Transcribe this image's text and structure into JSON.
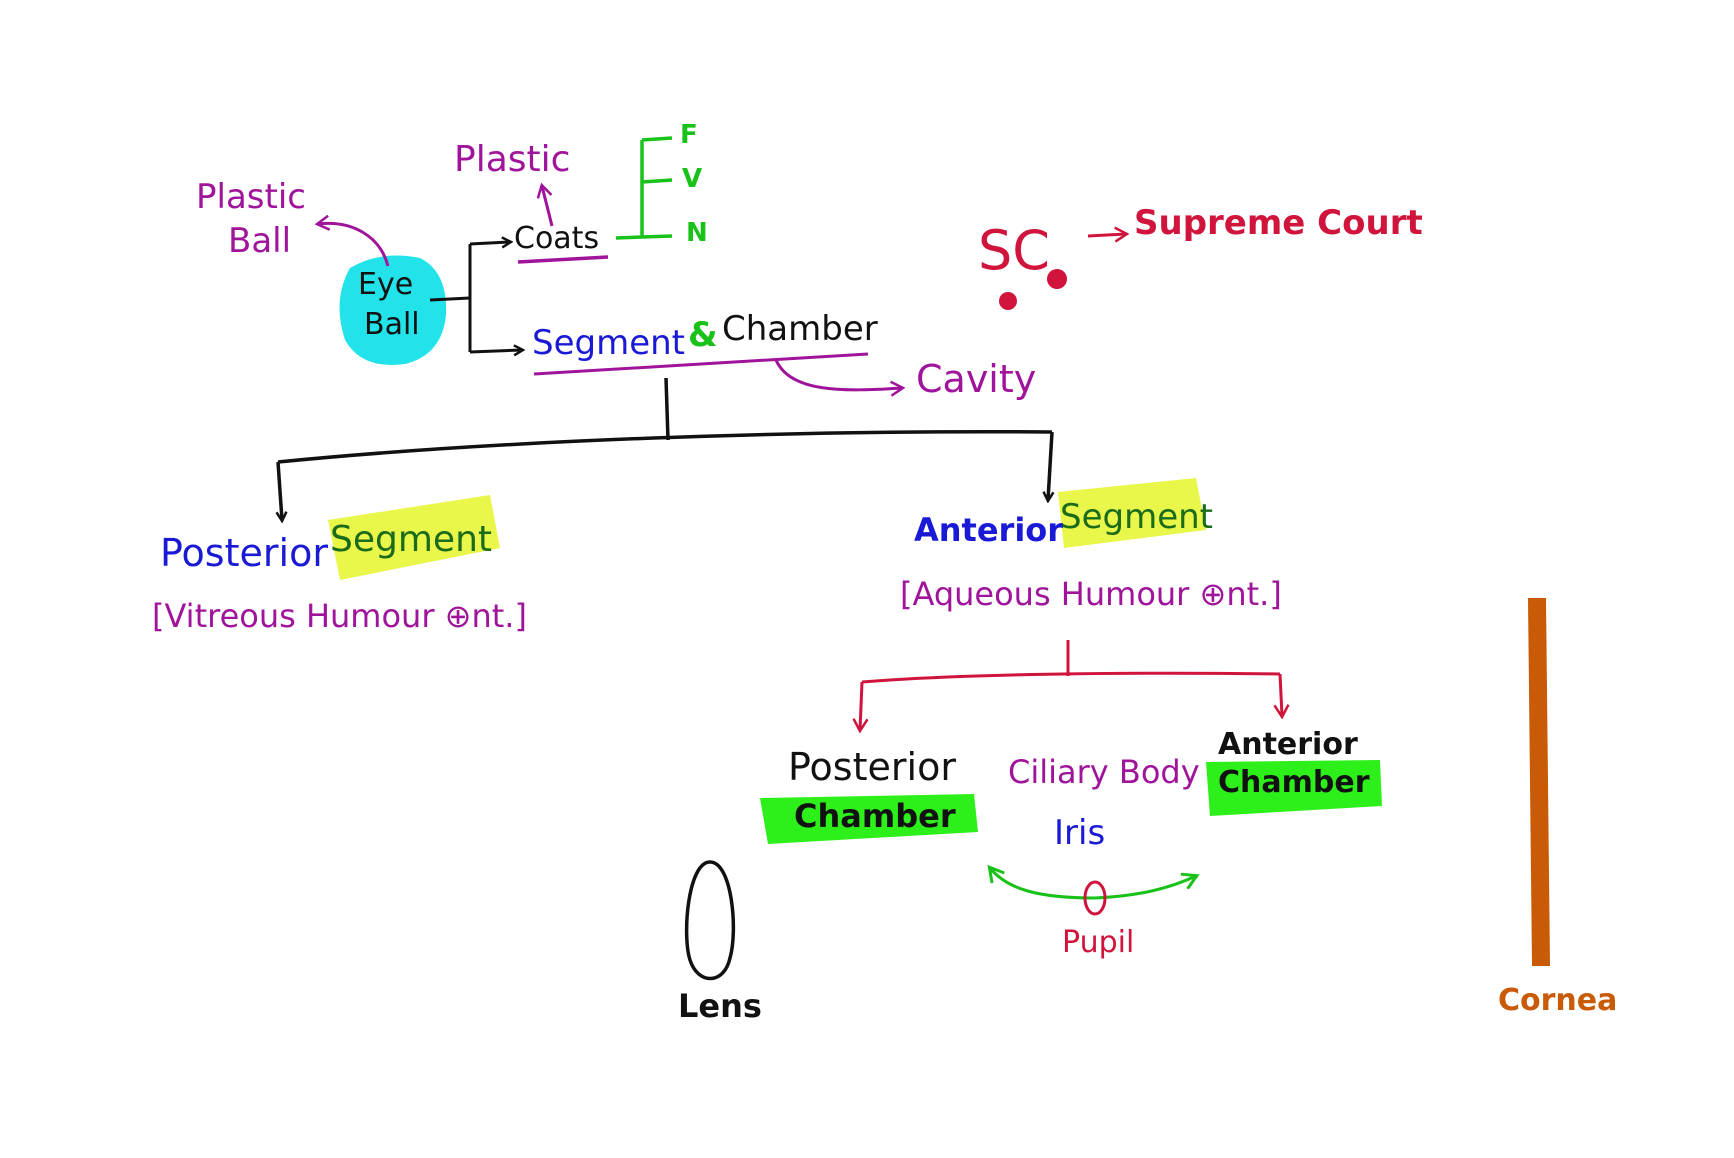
{
  "colors": {
    "purple": "#a0149c",
    "black": "#111111",
    "blue": "#1a1ad6",
    "green": "#19c219",
    "dark_green": "#1a6b1a",
    "red": "#d0143c",
    "orange": "#c95a06",
    "cyan_highlight": "#22e3ea",
    "yellow_highlight": "#e9f64a",
    "green_highlight": "#2df01a"
  },
  "labels": {
    "plastic_ball_line1": "Plastic",
    "plastic_ball_line2": "Ball",
    "eye_ball_line1": "Eye",
    "eye_ball_line2": "Ball",
    "plastic_top": "Plastic",
    "coats": "Coats",
    "fvn_f": "F",
    "fvn_v": "V",
    "fvn_n": "N",
    "sc": "SC",
    "supreme_court": "Supreme Court",
    "segment_word": "Segment",
    "amp": "&",
    "chamber_word": "Chamber",
    "cavity": "Cavity",
    "posterior_word": "Posterior",
    "posterior_segment_word": "Segment",
    "vitreous": "[Vitreous Humour ⊕nt.]",
    "anterior_word": "Anterior",
    "anterior_segment_word": "Segment",
    "aqueous": "[Aqueous Humour ⊕nt.]",
    "posterior_chamber_line1": "Posterior",
    "posterior_chamber_line2": "Chamber",
    "ciliary_body": "Ciliary Body",
    "iris": "Iris",
    "anterior_chamber_line1": "Anterior",
    "anterior_chamber_line2": "Chamber",
    "pupil": "Pupil",
    "lens": "Lens",
    "cornea": "Cornea"
  }
}
